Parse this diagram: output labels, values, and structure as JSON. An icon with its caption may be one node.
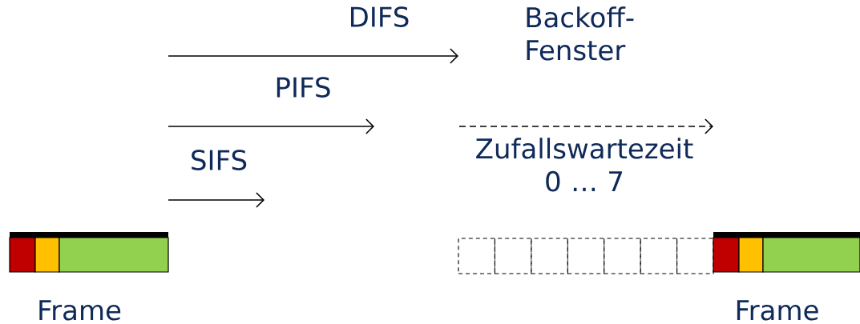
{
  "diagram": {
    "nodes": [
      {
        "text": [
          "Frame"
        ]
      },
      {
        "text": [],
        "shape": "box"
      },
      {
        "text": [],
        "shape": "box"
      },
      {
        "text": [],
        "shape": "box"
      },
      {
        "text": [],
        "shape": "box"
      },
      {
        "text": [],
        "shape": "box"
      },
      {
        "text": [],
        "shape": "box"
      },
      {
        "text": [],
        "shape": "box"
      },
      {
        "text": [
          "Frame"
        ]
      }
    ],
    "labels": [
      "DIFS",
      "Backoff-Fenster",
      "PIFS",
      "Zufallswartezeit 0 … 7",
      "SIFS"
    ]
  }
}
